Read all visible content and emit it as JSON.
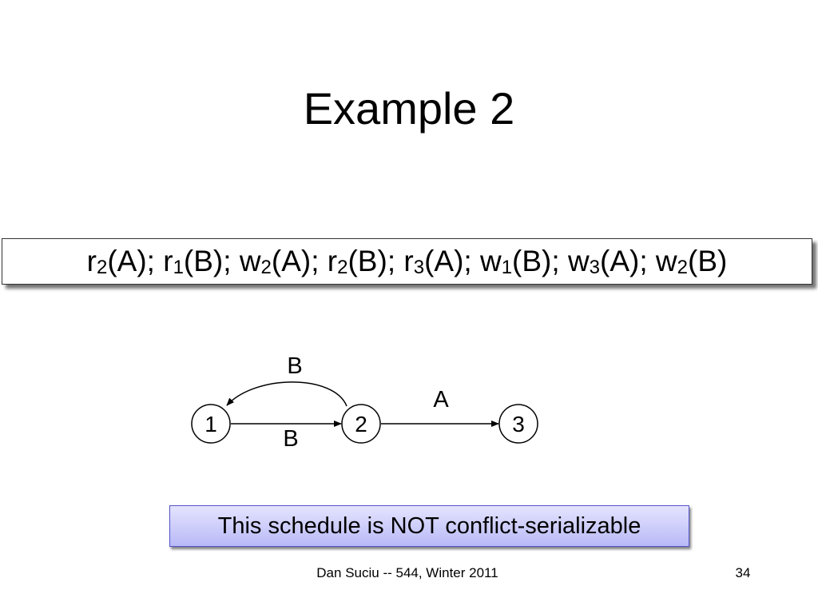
{
  "slide": {
    "title": "Example 2"
  },
  "schedule": {
    "operations": [
      {
        "op": "r",
        "txn": "2",
        "item": "(A)",
        "sep": "; "
      },
      {
        "op": "r",
        "txn": "1",
        "item": "(B)",
        "sep": "; "
      },
      {
        "op": "w",
        "txn": "2",
        "item": "(A)",
        "sep": "; "
      },
      {
        "op": "r",
        "txn": "2",
        "item": "(B)",
        "sep": "; "
      },
      {
        "op": "r",
        "txn": "3",
        "item": "(A)",
        "sep": "; "
      },
      {
        "op": "w",
        "txn": "1",
        "item": "(B)",
        "sep": "; "
      },
      {
        "op": "w",
        "txn": "3",
        "item": "(A)",
        "sep": "; "
      },
      {
        "op": "w",
        "txn": "2",
        "item": "(B)",
        "sep": ""
      }
    ]
  },
  "graph": {
    "nodes": [
      {
        "id": "1",
        "label": "1"
      },
      {
        "id": "2",
        "label": "2"
      },
      {
        "id": "3",
        "label": "3"
      }
    ],
    "edges": [
      {
        "from": "2",
        "to": "1",
        "label": "B"
      },
      {
        "from": "1",
        "to": "2",
        "label": "B"
      },
      {
        "from": "2",
        "to": "3",
        "label": "A"
      }
    ]
  },
  "conclusion": {
    "text": "This schedule is NOT conflict-serializable"
  },
  "footer": {
    "text": "Dan Suciu -- 544, Winter 2011",
    "page_number": "34"
  }
}
